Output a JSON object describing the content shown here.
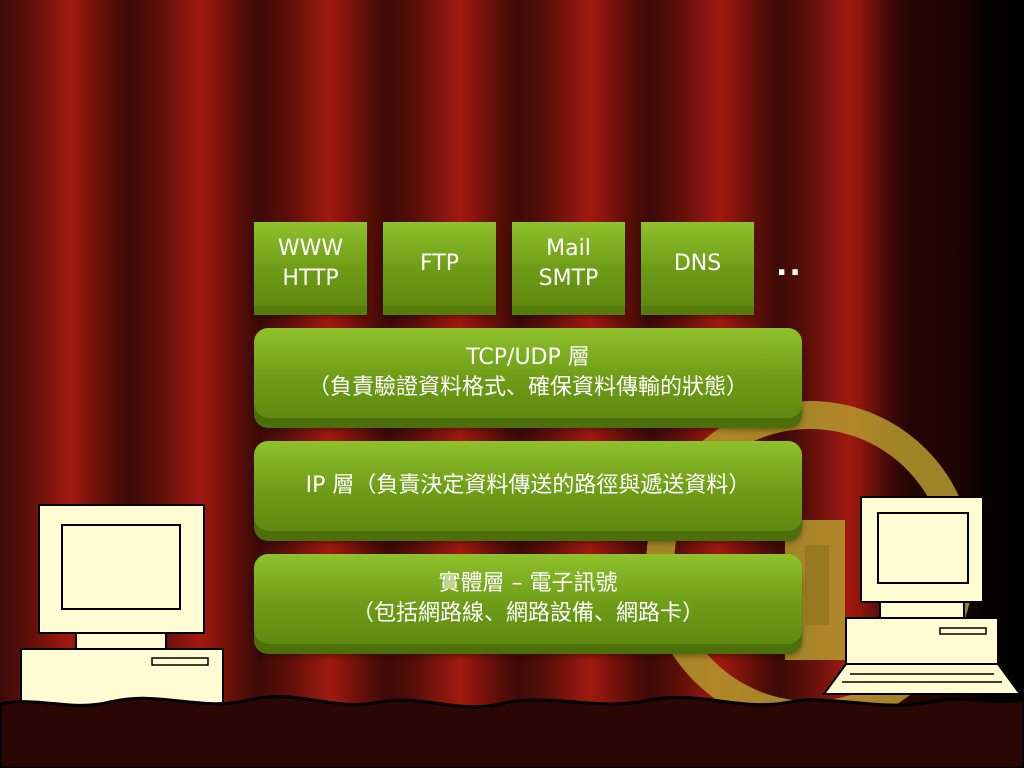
{
  "app_protocols": [
    {
      "lines": [
        "WWW",
        "HTTP"
      ]
    },
    {
      "lines": [
        "FTP"
      ]
    },
    {
      "lines": [
        "Mail",
        "SMTP"
      ]
    },
    {
      "lines": [
        "DNS"
      ]
    }
  ],
  "ellipsis": "..",
  "layers": {
    "transport": {
      "lines": [
        "TCP/UDP 層",
        "（負責驗證資料格式、確保資料傳輸的狀態）"
      ]
    },
    "network": {
      "lines": [
        "IP 層（負責決定資料傳送的路徑與遞送資料）"
      ]
    },
    "physical": {
      "lines": [
        "實體層 – 電子訊號",
        "（包括網路線、網路設備、網路卡）"
      ]
    }
  },
  "colors": {
    "box_green": "#7aa81f",
    "box_text": "#ffffff",
    "curtain_red": "#8e1710",
    "computer_cream": "#fffbd2",
    "ring_gold": "#b59a2e"
  },
  "icons": [
    "desktop-computer-icon",
    "laptop-computer-icon",
    "network-ring-icon"
  ]
}
